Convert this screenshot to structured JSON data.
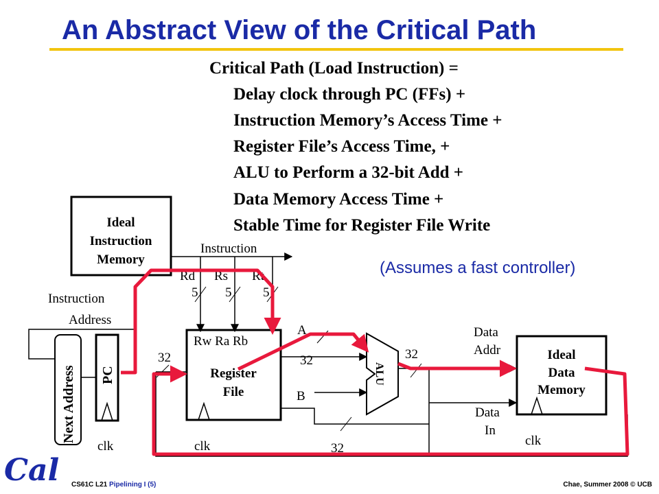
{
  "slide": {
    "title": "An Abstract View of the Critical Path",
    "critical_path": {
      "heading": "Critical Path (Load Instruction) =",
      "lines": [
        "Delay clock through PC (FFs) +",
        "Instruction Memory’s Access Time +",
        "Register File’s Access Time, +",
        "ALU to Perform a 32-bit Add +",
        "Data Memory Access Time +",
        "Stable Time for Register File Write"
      ]
    },
    "note": "(Assumes a fast controller)"
  },
  "diagram": {
    "instr_mem": [
      "Ideal",
      "Instruction",
      "Memory"
    ],
    "instr_addr": [
      "Instruction",
      "Address"
    ],
    "instruction_label": "Instruction",
    "next_address": "Next Address",
    "pc": "PC",
    "clk": "clk",
    "reg_fields": [
      "Rd",
      "Rs",
      "Rt"
    ],
    "field_width": "5",
    "reg_ports": "Rw Ra Rb",
    "reg_file": [
      "Register",
      "File"
    ],
    "bus_width": "32",
    "alu": "ALU",
    "alu_a": "A",
    "alu_b": "B",
    "data_addr": [
      "Data",
      "Addr"
    ],
    "data_in": [
      "Data",
      "In"
    ],
    "data_mem": [
      "Ideal",
      "Data",
      "Memory"
    ]
  },
  "footer": {
    "course": "CS61C L21",
    "topic": "Pipelining I (5)",
    "credit": "Chae, Summer 2008 © UCB",
    "logo": "Cal"
  },
  "colors": {
    "title": "#1a2aa6",
    "rule": "#f2c40f",
    "critical_path": "#e8193c",
    "logo": "#1a2aa6"
  }
}
